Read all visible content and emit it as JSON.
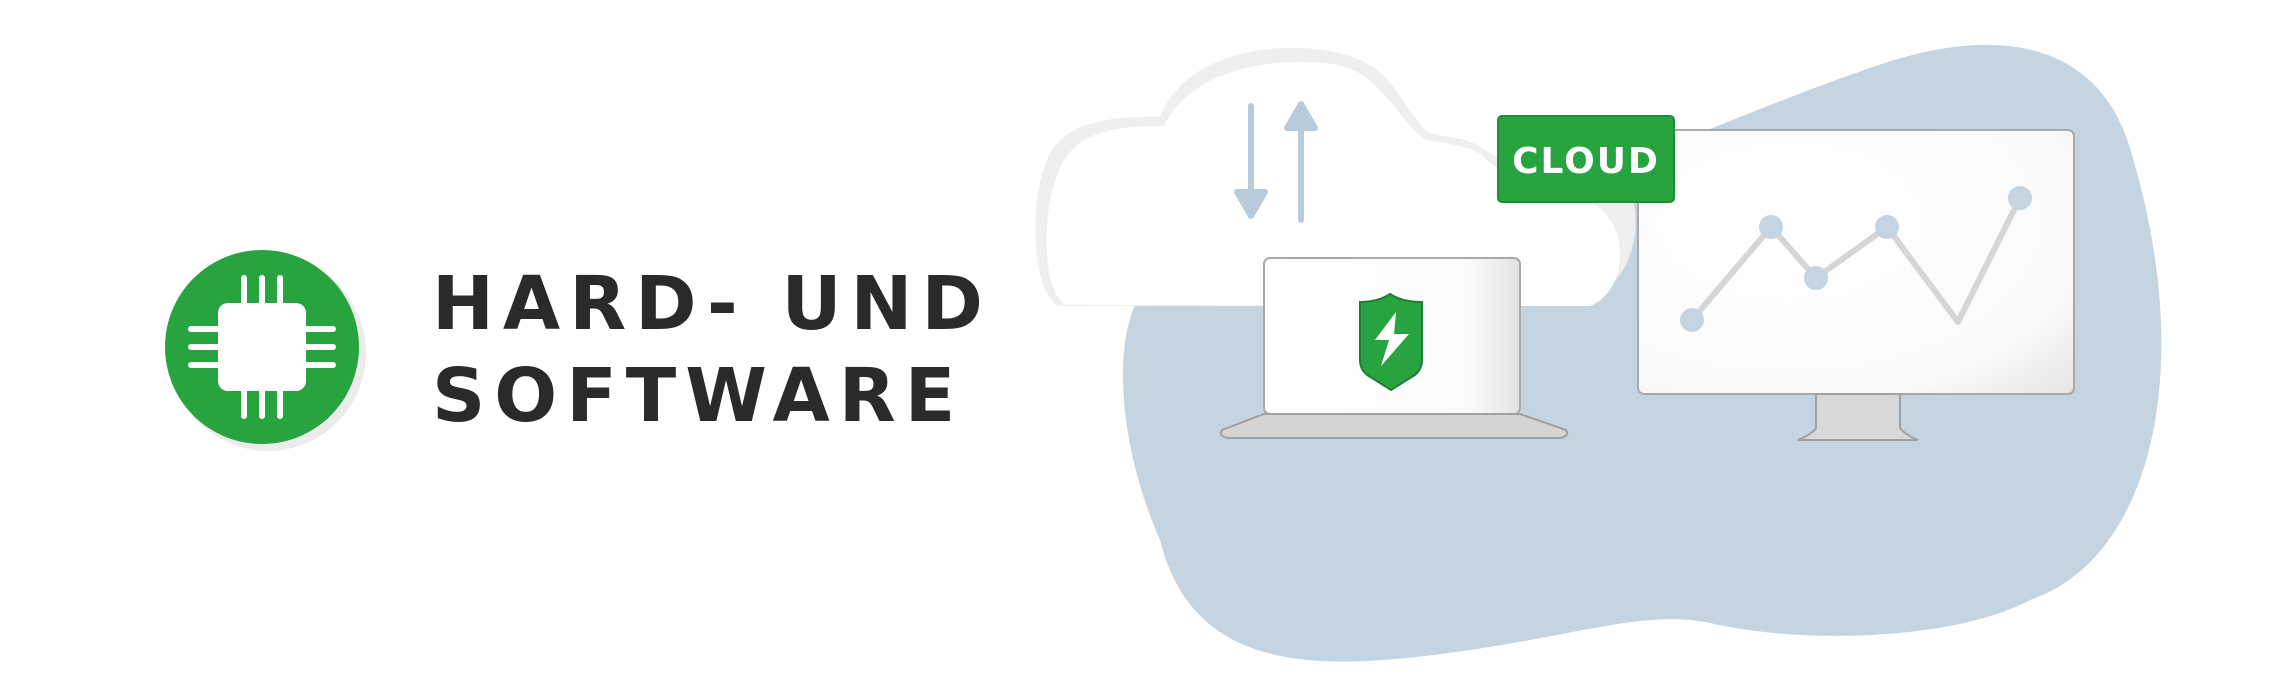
{
  "headline": {
    "line1": "HARD- UND",
    "line2": "SOFTWARE"
  },
  "cloud_label": "CLOUD",
  "icons": {
    "badge": "chip-icon",
    "laptop_screen": "shield-lightning-icon",
    "cloud_sync": "upload-download-arrows-icon"
  },
  "colors": {
    "brand_green": "#27a33f",
    "blob_blue": "#c4d4e0",
    "arrow_blue": "#b9cbda",
    "text_dark": "#2a2a2a",
    "cloud_gray": "#efefef"
  }
}
